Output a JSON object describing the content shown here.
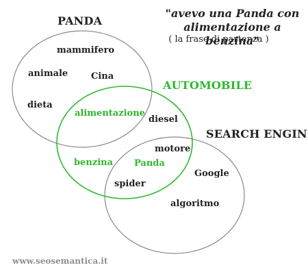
{
  "quote": {
    "line1": "\"avevo una Panda con",
    "line2": "alimentazione a benzina\"",
    "subtitle": "( la frase di partenza )"
  },
  "sets": [
    {
      "name": "PANDA",
      "color": "#888888"
    },
    {
      "name": "AUTOMOBILE",
      "color": "#2eb82e"
    },
    {
      "name": "SEARCH ENGINE",
      "color": "#888888"
    }
  ],
  "terms": {
    "mammifero": "mammifero",
    "animale": "animale",
    "cina": "Cina",
    "dieta": "dieta",
    "alimentazione": "alimentazione",
    "diesel": "diesel",
    "motore": "motore",
    "benzina": "benzina",
    "panda": "Panda",
    "google": "Google",
    "spider": "spider",
    "algoritmo": "algoritmo"
  },
  "footer": "www.seosemantica.it",
  "colors": {
    "highlight": "#2eb82e",
    "outline": "#888888",
    "footer": "#8f8f8f"
  }
}
